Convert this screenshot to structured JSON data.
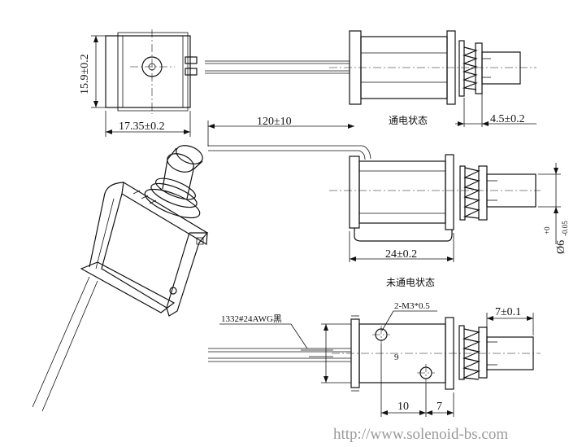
{
  "dimensions": {
    "height_front": "15.9±0.2",
    "width_front": "17.35±0.2",
    "lead_length": "120±10",
    "plunger_offset": "4.5±0.2",
    "body_length": "24±0.2",
    "plunger_diameter_main": "Ø6",
    "plunger_diameter_tol_top": "+0",
    "plunger_diameter_tol_bottom": "-0.05",
    "plunger_length": "7±0.1",
    "screw_holes": "2-M3*0.5",
    "wire_spec": "1332#24AWG黑",
    "hole_spacing": "10",
    "hole_offset": "7",
    "pin_number": "9"
  },
  "states": {
    "energized": "通电状态",
    "de_energized": "未通电状态"
  },
  "watermark": "http://www.solenoid-bs.com"
}
